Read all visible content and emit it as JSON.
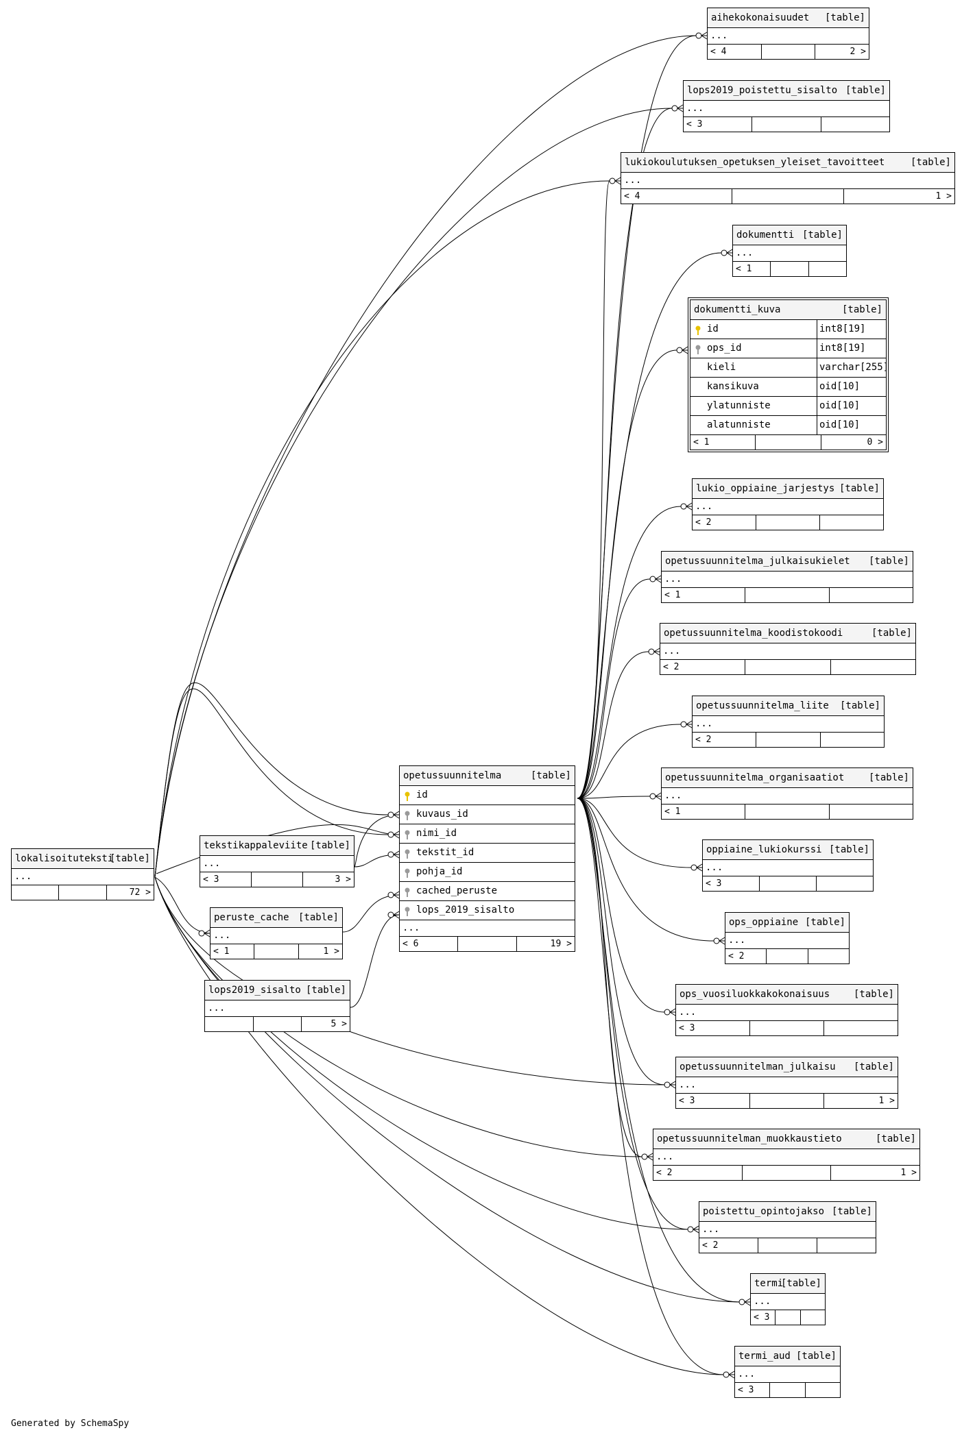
{
  "footer": "Generated by SchemaSpy",
  "colors": {
    "pk_key": "#e8c200",
    "fk_key": "#9a9a9a",
    "header_bg": "#f4f4f4"
  },
  "icons": {
    "primary_key": "key-icon",
    "foreign_key": "key-icon"
  },
  "tables": {
    "aihekokonaisuudet": {
      "name": "aihekokonaisuudet",
      "type": "[table]",
      "more": "...",
      "parents": "< 4",
      "children": "2 >"
    },
    "lops2019_poistettu_sisalto": {
      "name": "lops2019_poistettu_sisalto",
      "type": "[table]",
      "more": "...",
      "parents": "< 3",
      "children": ""
    },
    "lukiokoulutuksen_opetuksen_yleiset_tavoitteet": {
      "name": "lukiokoulutuksen_opetuksen_yleiset_tavoitteet",
      "type": "[table]",
      "more": "...",
      "parents": "< 4",
      "children": "1 >"
    },
    "dokumentti": {
      "name": "dokumentti",
      "type": "[table]",
      "more": "...",
      "parents": "< 1",
      "children": ""
    },
    "dokumentti_kuva": {
      "name": "dokumentti_kuva",
      "type": "[table]",
      "parents": "< 1",
      "children": "0 >",
      "columns": [
        {
          "name": "id",
          "type": "int8[19]",
          "key": "pk"
        },
        {
          "name": "ops_id",
          "type": "int8[19]",
          "key": "fk"
        },
        {
          "name": "kieli",
          "type": "varchar[255]",
          "key": ""
        },
        {
          "name": "kansikuva",
          "type": "oid[10]",
          "key": ""
        },
        {
          "name": "ylatunniste",
          "type": "oid[10]",
          "key": ""
        },
        {
          "name": "alatunniste",
          "type": "oid[10]",
          "key": ""
        }
      ]
    },
    "lukio_oppiaine_jarjestys": {
      "name": "lukio_oppiaine_jarjestys",
      "type": "[table]",
      "more": "...",
      "parents": "< 2",
      "children": ""
    },
    "opetussuunnitelma_julkaisukielet": {
      "name": "opetussuunnitelma_julkaisukielet",
      "type": "[table]",
      "more": "...",
      "parents": "< 1",
      "children": ""
    },
    "opetussuunnitelma_koodistokoodi": {
      "name": "opetussuunnitelma_koodistokoodi",
      "type": "[table]",
      "more": "...",
      "parents": "< 2",
      "children": ""
    },
    "opetussuunnitelma_liite": {
      "name": "opetussuunnitelma_liite",
      "type": "[table]",
      "more": "...",
      "parents": "< 2",
      "children": ""
    },
    "opetussuunnitelma_organisaatiot": {
      "name": "opetussuunnitelma_organisaatiot",
      "type": "[table]",
      "more": "...",
      "parents": "< 1",
      "children": ""
    },
    "oppiaine_lukiokurssi": {
      "name": "oppiaine_lukiokurssi",
      "type": "[table]",
      "more": "...",
      "parents": "< 3",
      "children": ""
    },
    "ops_oppiaine": {
      "name": "ops_oppiaine",
      "type": "[table]",
      "more": "...",
      "parents": "< 2",
      "children": ""
    },
    "ops_vuosiluokkakokonaisuus": {
      "name": "ops_vuosiluokkakokonaisuus",
      "type": "[table]",
      "more": "...",
      "parents": "< 3",
      "children": ""
    },
    "opetussuunnitelman_julkaisu": {
      "name": "opetussuunnitelman_julkaisu",
      "type": "[table]",
      "more": "...",
      "parents": "< 3",
      "children": "1 >"
    },
    "opetussuunnitelman_muokkaustieto": {
      "name": "opetussuunnitelman_muokkaustieto",
      "type": "[table]",
      "more": "...",
      "parents": "< 2",
      "children": "1 >"
    },
    "poistettu_opintojakso": {
      "name": "poistettu_opintojakso",
      "type": "[table]",
      "more": "...",
      "parents": "< 2",
      "children": ""
    },
    "termi": {
      "name": "termi",
      "type": "[table]",
      "more": "...",
      "parents": "< 3",
      "children": ""
    },
    "termi_aud": {
      "name": "termi_aud",
      "type": "[table]",
      "more": "...",
      "parents": "< 3",
      "children": ""
    },
    "opetussuunnitelma": {
      "name": "opetussuunnitelma",
      "type": "[table]",
      "more": "...",
      "parents": "< 6",
      "children": "19 >",
      "columns": [
        {
          "name": "id",
          "key": "pk"
        },
        {
          "name": "kuvaus_id",
          "key": "fk"
        },
        {
          "name": "nimi_id",
          "key": "fk"
        },
        {
          "name": "tekstit_id",
          "key": "fk"
        },
        {
          "name": "pohja_id",
          "key": "fk"
        },
        {
          "name": "cached_peruste",
          "key": "fk"
        },
        {
          "name": "lops_2019_sisalto",
          "key": "fk"
        }
      ]
    },
    "lokalisoituteksti": {
      "name": "lokalisoituteksti",
      "type": "[table]",
      "more": "...",
      "parents": "",
      "children": "72 >"
    },
    "tekstikappaleviite": {
      "name": "tekstikappaleviite",
      "type": "[table]",
      "more": "...",
      "parents": "< 3",
      "children": "3 >"
    },
    "peruste_cache": {
      "name": "peruste_cache",
      "type": "[table]",
      "more": "...",
      "parents": "< 1",
      "children": "1 >"
    },
    "lops2019_sisalto": {
      "name": "lops2019_sisalto",
      "type": "[table]",
      "more": "...",
      "parents": "",
      "children": "5 >"
    }
  }
}
